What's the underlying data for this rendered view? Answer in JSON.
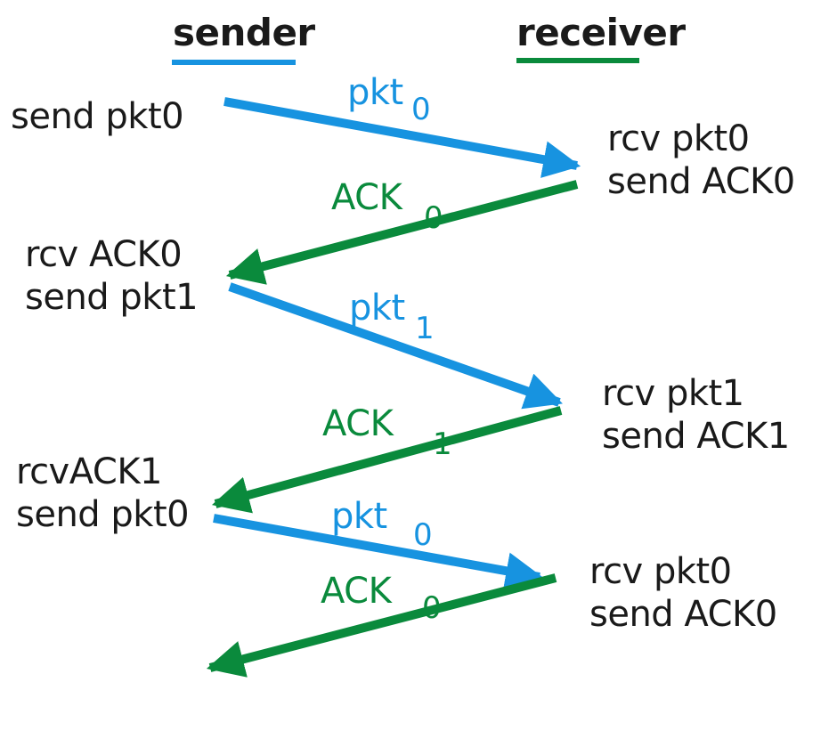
{
  "colors": {
    "sender": "#1793e0",
    "receiver": "#0a8a3c",
    "text": "#1a1a1a"
  },
  "headers": {
    "sender": "sender",
    "receiver": "receiver"
  },
  "sender_events": [
    [
      "send pkt0"
    ],
    [
      "rcv ACK0",
      "send pkt1"
    ],
    [
      "rcvACK1",
      "send pkt0"
    ]
  ],
  "receiver_events": [
    [
      "rcv pkt0",
      "send ACK0"
    ],
    [
      "rcv pkt1",
      "send ACK1"
    ],
    [
      "rcv pkt0",
      "send ACK0"
    ]
  ],
  "messages": [
    {
      "name": "pkt",
      "sub": "0",
      "dir": "sender-to-receiver"
    },
    {
      "name": "ACK",
      "sub": "0",
      "dir": "receiver-to-sender"
    },
    {
      "name": "pkt",
      "sub": "1",
      "dir": "sender-to-receiver"
    },
    {
      "name": "ACK",
      "sub": "1",
      "dir": "receiver-to-sender"
    },
    {
      "name": "pkt",
      "sub": "0",
      "dir": "sender-to-receiver"
    },
    {
      "name": "ACK",
      "sub": "0",
      "dir": "receiver-to-sender"
    }
  ]
}
